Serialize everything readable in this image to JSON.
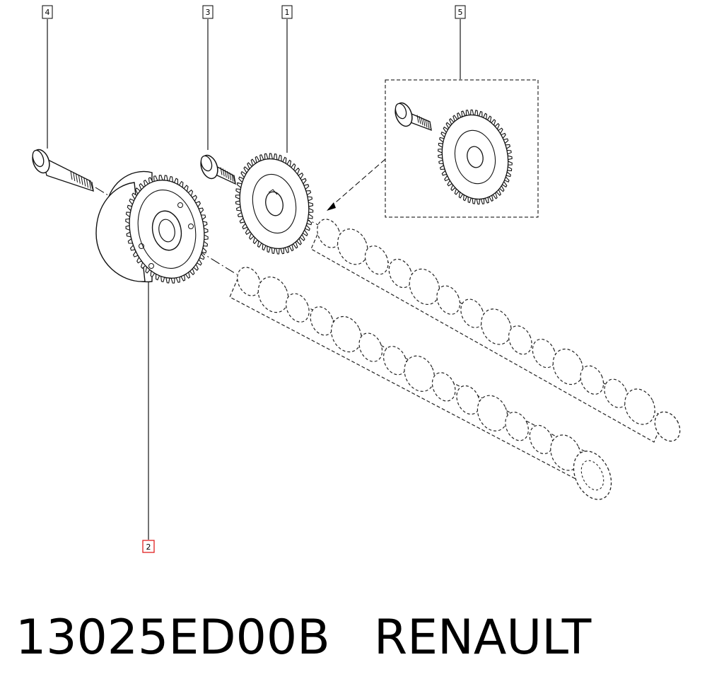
{
  "callouts": [
    {
      "label": "1",
      "highlight_color": null
    },
    {
      "label": "2",
      "highlight_color": "#e02020"
    },
    {
      "label": "3",
      "highlight_color": null
    },
    {
      "label": "4",
      "highlight_color": null
    },
    {
      "label": "5",
      "highlight_color": null
    }
  ],
  "caption": {
    "part_number": "13025ED00B",
    "brand": "RENAULT"
  }
}
